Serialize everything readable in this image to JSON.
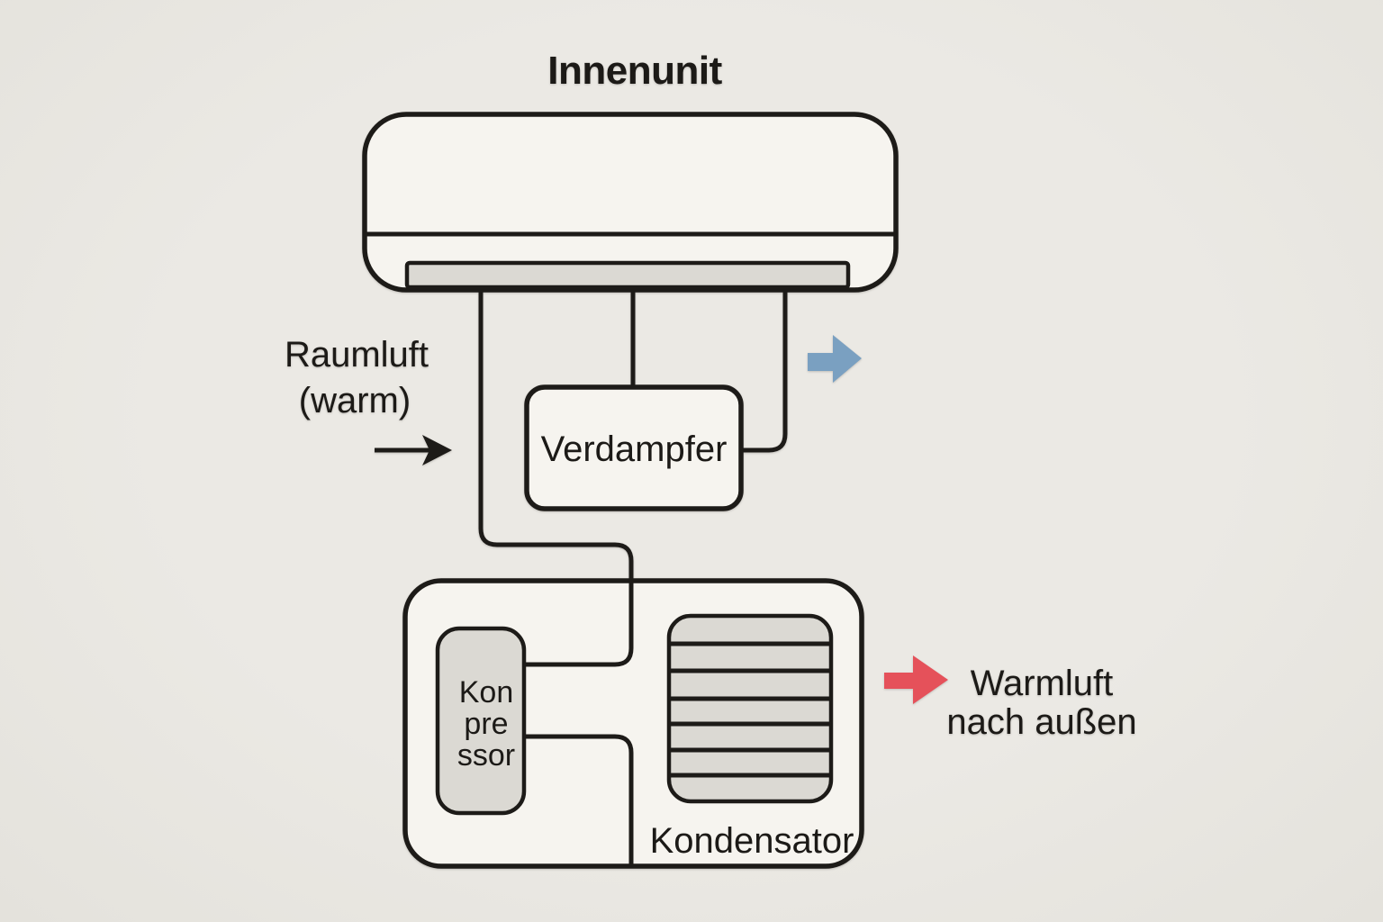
{
  "title": "Innenunit",
  "labels": {
    "room_air": {
      "line1": "Raumluft",
      "line2": "(warm)"
    },
    "evaporator": "Verdampfer",
    "compressor": {
      "line1": "Kon",
      "line2": "pre",
      "line3": "ssor"
    },
    "condenser": "Kondensator",
    "warm_air": {
      "line1": "Warmluft",
      "line2": "nach außen"
    }
  },
  "icons": {
    "room_air_arrow": "thin-black-right-arrow",
    "indoor_airflow_arrow": "blue-block-right-arrow",
    "warm_air_arrow": "red-block-right-arrow"
  },
  "colors": {
    "background": "#ebe9e4",
    "surface": "#f6f4ef",
    "panel_gray": "#dbd9d3",
    "line": "#1d1b18",
    "text": "#1c1a17",
    "arrow_blue": "#7aa0c1",
    "arrow_red": "#e5515a"
  }
}
